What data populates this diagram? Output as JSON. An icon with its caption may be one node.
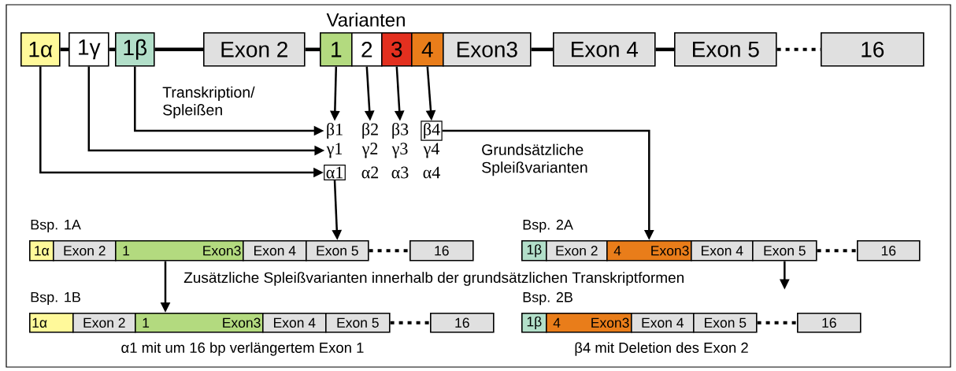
{
  "diagram": {
    "nodes": [
      {
        "text": [
          "1α"
        ]
      },
      {
        "text": [
          "1γ"
        ]
      },
      {
        "text": [
          "1β"
        ]
      },
      {
        "text": [
          "Exon 2"
        ]
      },
      {
        "text": [
          "1"
        ]
      },
      {
        "text": [
          "2"
        ]
      },
      {
        "text": [
          "3"
        ]
      },
      {
        "text": [
          "4"
        ]
      },
      {
        "text": [
          "Exon3"
        ]
      },
      {
        "text": [
          "Exon 4"
        ]
      },
      {
        "text": [
          "Exon 5"
        ]
      },
      {
        "text": [
          "16"
        ]
      },
      {
        "text": [
          "β1"
        ]
      },
      {
        "text": [
          "β2"
        ]
      },
      {
        "text": [
          "β3"
        ]
      },
      {
        "text": [
          "β4"
        ]
      },
      {
        "text": [
          "γ1"
        ]
      },
      {
        "text": [
          "γ2"
        ]
      },
      {
        "text": [
          "γ3"
        ]
      },
      {
        "text": [
          "γ4"
        ]
      },
      {
        "text": [
          "α1"
        ]
      },
      {
        "text": [
          "α2"
        ]
      },
      {
        "text": [
          "α3"
        ]
      },
      {
        "text": [
          "α4"
        ]
      },
      {
        "text": [
          "1α"
        ]
      },
      {
        "text": [
          "Exon 2"
        ]
      },
      {
        "text": [
          "1",
          "Exon3"
        ]
      },
      {
        "text": [
          "Exon 4"
        ]
      },
      {
        "text": [
          "Exon 5"
        ]
      },
      {
        "text": [
          "16"
        ]
      },
      {
        "text": [
          "1β"
        ]
      },
      {
        "text": [
          "Exon 2"
        ]
      },
      {
        "text": [
          "4",
          "Exon3"
        ]
      },
      {
        "text": [
          "Exon 4"
        ]
      },
      {
        "text": [
          "Exon 5"
        ]
      },
      {
        "text": [
          "16"
        ]
      },
      {
        "text": [
          "1α"
        ]
      },
      {
        "text": [
          "Exon 2"
        ]
      },
      {
        "text": [
          "1",
          "Exon3"
        ]
      },
      {
        "text": [
          "Exon 4"
        ]
      },
      {
        "text": [
          "Exon 5"
        ]
      },
      {
        "text": [
          "16"
        ]
      },
      {
        "text": [
          "1β"
        ]
      },
      {
        "text": [
          "4",
          "Exon3"
        ]
      },
      {
        "text": [
          "Exon 4"
        ]
      },
      {
        "text": [
          "Exon 5"
        ]
      },
      {
        "text": [
          "16"
        ]
      }
    ],
    "edges": [
      {
        "from": 0,
        "to": 1,
        "arrow": "none",
        "style": "thick"
      },
      {
        "from": 1,
        "to": 2,
        "arrow": "none",
        "style": "thick"
      },
      {
        "from": 2,
        "to": 3,
        "arrow": "none",
        "style": "thick"
      },
      {
        "from": 3,
        "to": 4,
        "arrow": "none",
        "style": "thick"
      },
      {
        "from": 8,
        "to": 9,
        "arrow": "none",
        "style": "thick"
      },
      {
        "from": 9,
        "to": 10,
        "arrow": "none",
        "style": "thick"
      },
      {
        "from": 10,
        "to": 11,
        "arrow": "none",
        "style": "dashed"
      },
      {
        "from": 0,
        "to": 20,
        "arrow": "to"
      },
      {
        "from": 1,
        "to": 16,
        "arrow": "to"
      },
      {
        "from": 2,
        "to": 12,
        "arrow": "to"
      },
      {
        "from": 4,
        "to": 12,
        "arrow": "to"
      },
      {
        "from": 5,
        "to": 13,
        "arrow": "to"
      },
      {
        "from": 6,
        "to": 14,
        "arrow": "to"
      },
      {
        "from": 7,
        "to": 15,
        "arrow": "to"
      },
      {
        "from": 15,
        "to": 32,
        "arrow": "to"
      },
      {
        "from": 20,
        "to": 28,
        "arrow": "to"
      },
      {
        "from": 26,
        "to": 38,
        "arrow": "to"
      },
      {
        "from": 34,
        "to": null,
        "arrow": "to"
      },
      {
        "from": 28,
        "to": 29,
        "arrow": "none",
        "style": "dashed"
      },
      {
        "from": 34,
        "to": 35,
        "arrow": "none",
        "style": "dashed"
      },
      {
        "from": 40,
        "to": 41,
        "arrow": "none",
        "style": "dashed"
      },
      {
        "from": 45,
        "to": 46,
        "arrow": "none",
        "style": "dashed"
      }
    ],
    "labels": [
      "Varianten",
      "Transkription/ Spleißen",
      "Grundsätzliche Spleißvarianten",
      "Bsp. 1A",
      "Bsp. 2A",
      "Zusätzliche Spleißvarianten innerhalb der grundsätzlichen Transkriptformen",
      "Bsp. 1B",
      "Bsp. 2B",
      "α1 mit um 16 bp verlängertem Exon 1",
      "β4 mit Deletion des Exon 2"
    ]
  }
}
